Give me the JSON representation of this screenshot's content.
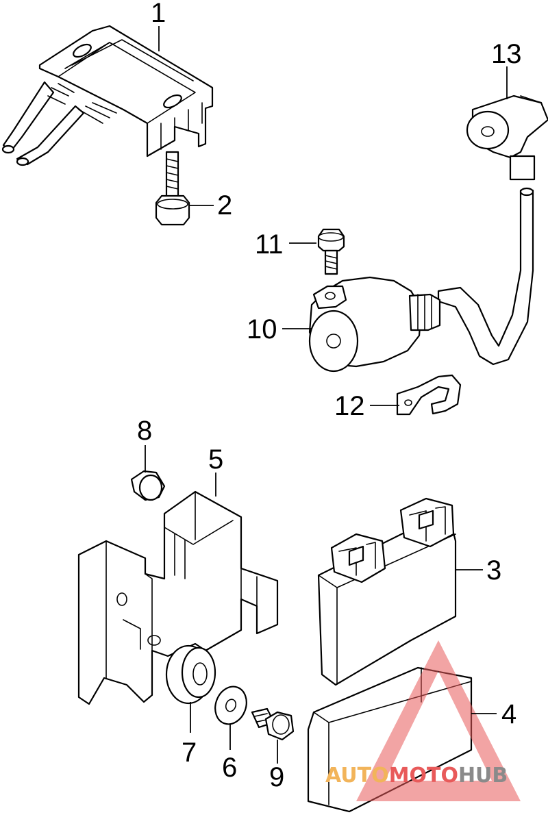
{
  "callouts": {
    "c1": "1",
    "c2": "2",
    "c3": "3",
    "c4": "4",
    "c5": "5",
    "c6": "6",
    "c7": "7",
    "c8": "8",
    "c9": "9",
    "c10": "10",
    "c11": "11",
    "c12": "12",
    "c13": "13"
  },
  "watermark": {
    "part1": "AUTO",
    "part2": "MOTO",
    "part3": "HUB",
    "color_red": "#e85a5a",
    "color_orange": "#f2b45a",
    "color_gray": "#8a8a8a"
  }
}
